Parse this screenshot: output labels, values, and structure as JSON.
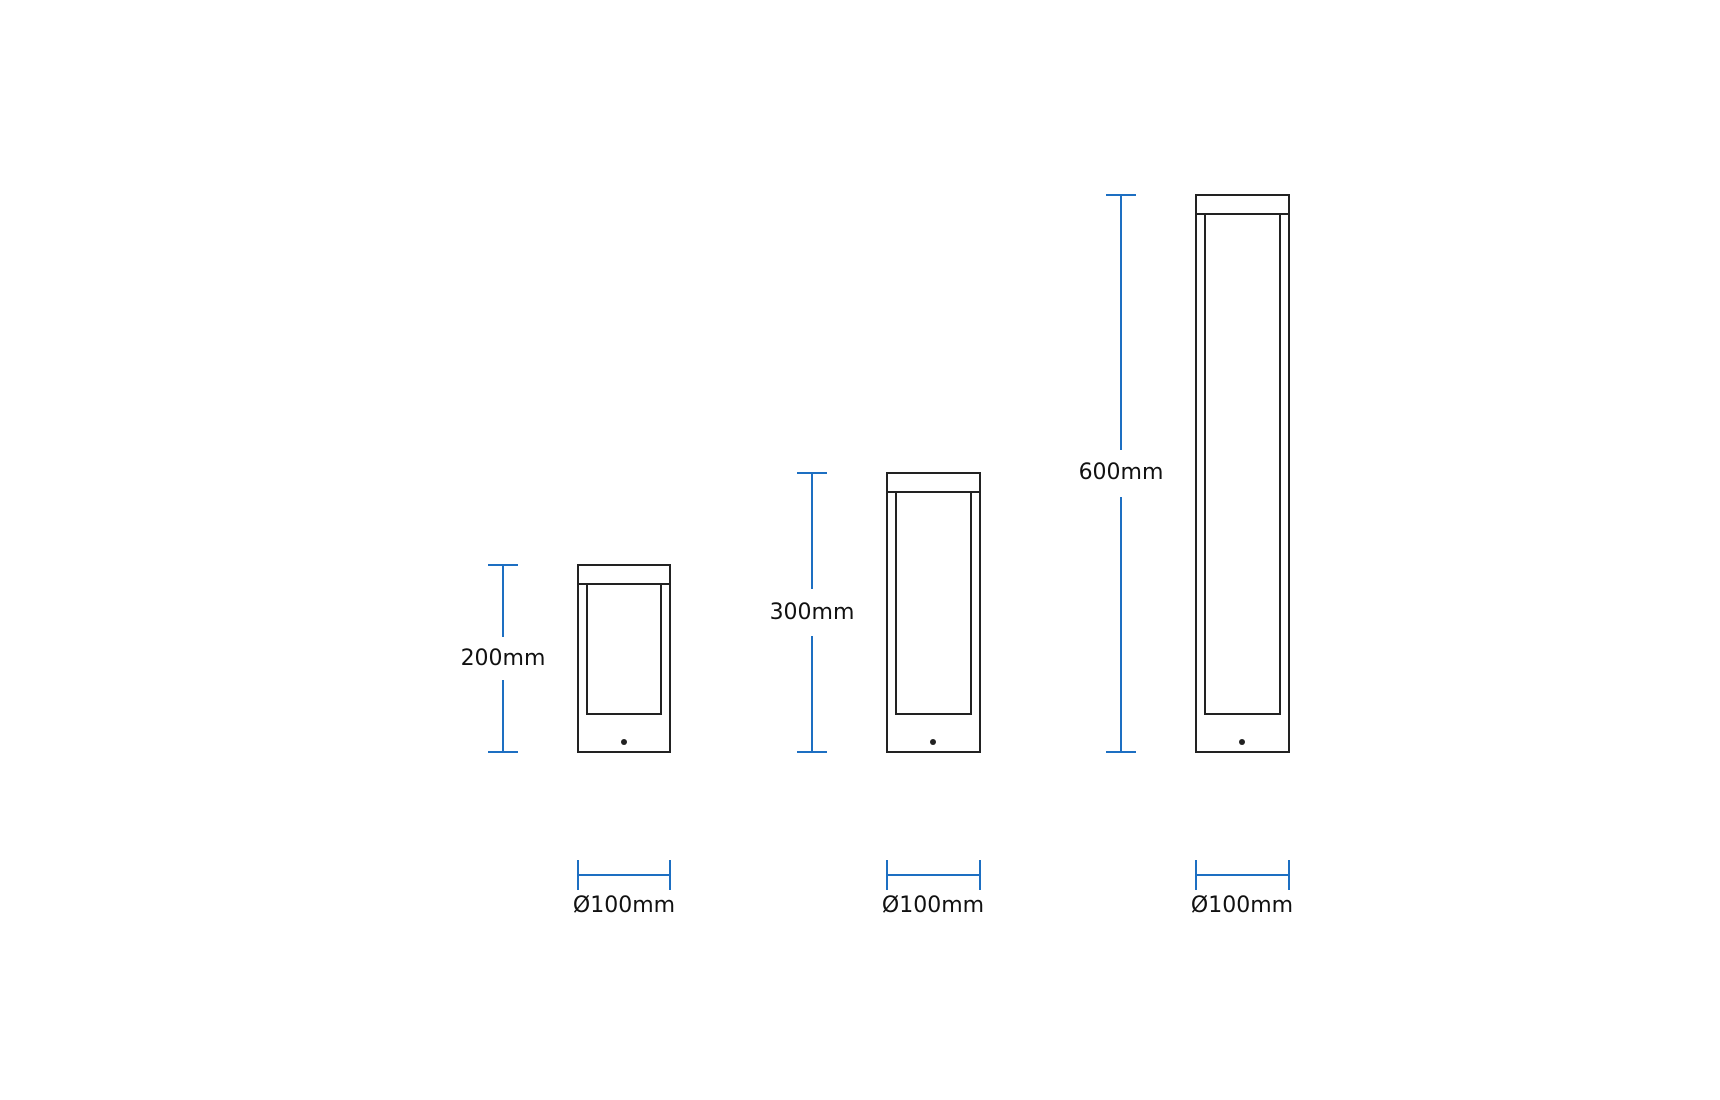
{
  "colors": {
    "dimension": "#1d6fc2",
    "outline": "#222222",
    "background": "#ffffff"
  },
  "products": [
    {
      "height_label": "200mm",
      "width_label": "Ø100mm",
      "height_mm": 200
    },
    {
      "height_label": "300mm",
      "width_label": "Ø100mm",
      "height_mm": 300
    },
    {
      "height_label": "600mm",
      "width_label": "Ø100mm",
      "height_mm": 600
    }
  ]
}
